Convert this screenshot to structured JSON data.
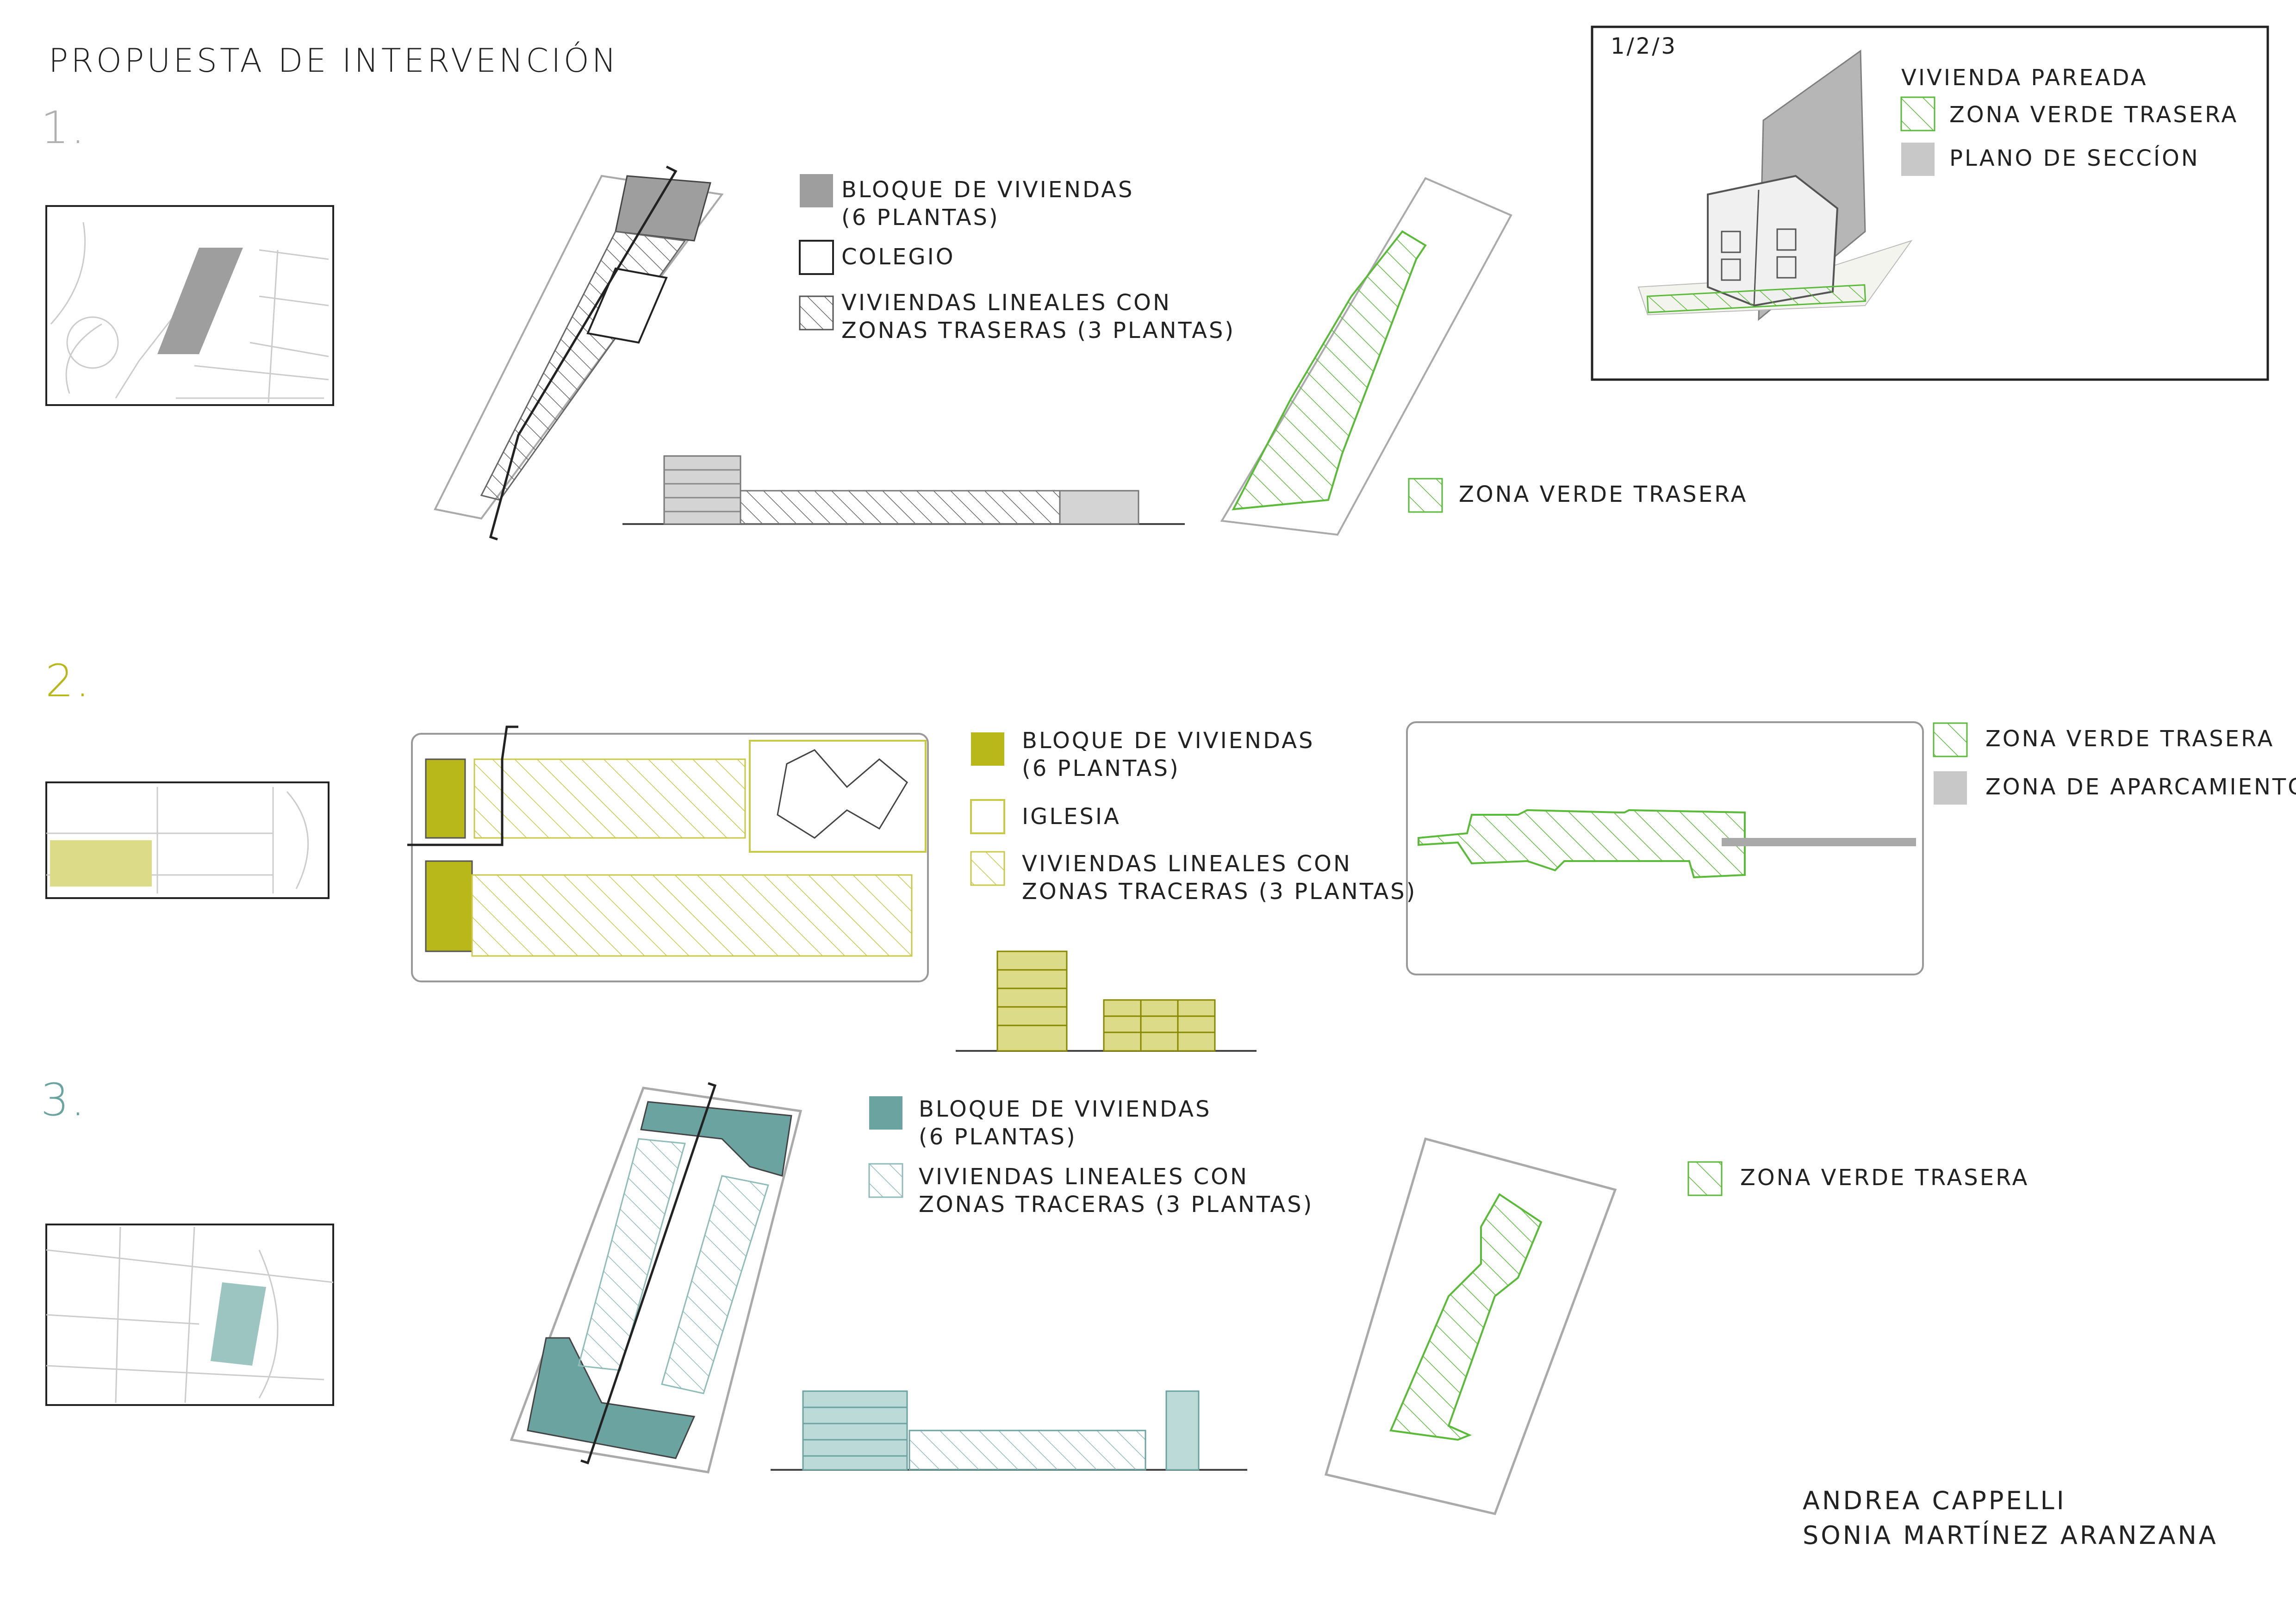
{
  "title": "PROPUESTA DE INTERVENCIÓN",
  "colors": {
    "gray": "#9e9e9e",
    "olive": "#b8b81a",
    "teal": "#6aa39f",
    "green": "#5cba3a",
    "outline": "#444444"
  },
  "proposals": [
    {
      "number": "1.",
      "number_color": "#b0b0b0",
      "legend": [
        {
          "swatch": "solid-gray",
          "label": "BLOQUE DE VIVIENDAS\n(6 PLANTAS)"
        },
        {
          "swatch": "outline",
          "label": "COLEGIO"
        },
        {
          "swatch": "hatch-gray",
          "label": "VIVIENDAS LINEALES CON\nZONAS TRASERAS (3 PLANTAS)"
        }
      ],
      "green_legend": [
        {
          "swatch": "hatch-green",
          "label": "ZONA VERDE TRASERA"
        }
      ]
    },
    {
      "number": "2.",
      "number_color": "#b8b81a",
      "legend": [
        {
          "swatch": "solid-olive",
          "label": "BLOQUE DE VIVIENDAS\n(6 PLANTAS)"
        },
        {
          "swatch": "outline-olive",
          "label": "IGLESIA"
        },
        {
          "swatch": "hatch-olive",
          "label": "VIVIENDAS LINEALES CON\nZONAS TRACERAS (3 PLANTAS)"
        }
      ],
      "green_legend": [
        {
          "swatch": "hatch-green",
          "label": "ZONA VERDE TRASERA"
        },
        {
          "swatch": "solid-lightgray",
          "label": "ZONA DE APARCAMIENTO"
        }
      ]
    },
    {
      "number": "3.",
      "number_color": "#6aa39f",
      "legend": [
        {
          "swatch": "solid-teal",
          "label": "BLOQUE DE VIVIENDAS\n(6 PLANTAS)"
        },
        {
          "swatch": "hatch-teal",
          "label": "VIVIENDAS LINEALES CON\nZONAS TRACERAS (3 PLANTAS)"
        }
      ],
      "green_legend": [
        {
          "swatch": "hatch-green",
          "label": "ZONA VERDE TRASERA"
        }
      ]
    }
  ],
  "inset": {
    "tag": "1/2/3",
    "heading": "VIVIENDA PAREADA",
    "legend": [
      {
        "swatch": "hatch-green",
        "label": "ZONA VERDE TRASERA"
      },
      {
        "swatch": "solid-lightgray",
        "label": "PLANO DE SECCÍON"
      }
    ]
  },
  "authors": [
    "ANDREA CAPPELLI",
    "SONIA MARTÍNEZ ARANZANA"
  ]
}
